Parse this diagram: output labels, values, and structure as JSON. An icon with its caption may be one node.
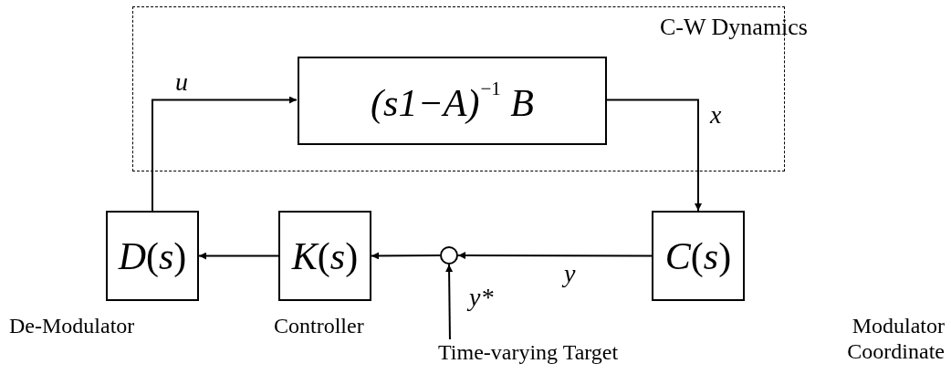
{
  "diagram": {
    "nodes": [
      {
        "text": [
          "C-W Dynamics"
        ]
      },
      {
        "text": [
          "(s1−A)$^{−1}$ B"
        ],
        "in": 0
      },
      {
        "text": [
          "*D*(*s*)"
        ],
        "beside": [
          "De-Modulator"
        ]
      },
      {
        "text": [
          "*K*(*s*)"
        ],
        "beside": [
          "Controller"
        ]
      },
      {
        "text": [],
        "shape": "circle"
      },
      {
        "text": [
          "*C*(*s*)"
        ]
      },
      {
        "text": [
          "Time-varying Target"
        ]
      }
    ],
    "edges": [
      {
        "from": 2,
        "to": 1,
        "arrow": "to",
        "label": "u"
      },
      {
        "from": 1,
        "to": 5,
        "arrow": "to",
        "label": "x"
      },
      {
        "from": 5,
        "to": 4,
        "arrow": "to",
        "label": "y"
      },
      {
        "from": 4,
        "to": 3,
        "arrow": "to"
      },
      {
        "from": 3,
        "to": 2,
        "arrow": "to"
      },
      {
        "from": 6,
        "to": 4,
        "arrow": "to",
        "label": "y*"
      }
    ],
    "labels": [
      "Modulator Coordinate"
    ]
  }
}
